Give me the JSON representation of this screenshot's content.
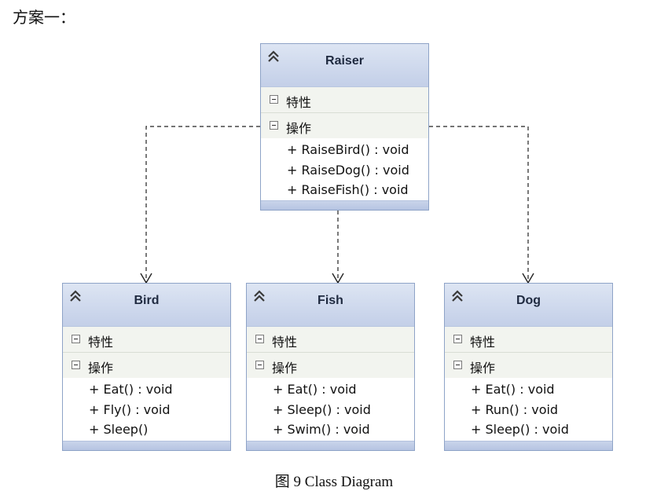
{
  "heading": "方案一：",
  "caption": "图 9 Class Diagram",
  "section_labels": {
    "attributes": "特性",
    "operations": "操作"
  },
  "colors": {
    "header_bg": "#c3cfe8",
    "border": "#8ea3c7",
    "section_bg": "#f2f4ef"
  },
  "classes": {
    "raiser": {
      "name": "Raiser",
      "operations": [
        "+ RaiseBird() : void",
        "+ RaiseDog() : void",
        "+ RaiseFish() : void"
      ]
    },
    "bird": {
      "name": "Bird",
      "operations": [
        "+ Eat() : void",
        "+ Fly() : void",
        "+ Sleep()"
      ]
    },
    "fish": {
      "name": "Fish",
      "operations": [
        "+ Eat() : void",
        "+ Sleep() : void",
        "+ Swim() : void"
      ]
    },
    "dog": {
      "name": "Dog",
      "operations": [
        "+ Eat() : void",
        "+ Run() : void",
        "+ Sleep() : void"
      ]
    }
  },
  "relations": [
    {
      "from": "raiser",
      "to": "bird",
      "type": "dependency"
    },
    {
      "from": "raiser",
      "to": "fish",
      "type": "dependency"
    },
    {
      "from": "raiser",
      "to": "dog",
      "type": "dependency"
    }
  ]
}
